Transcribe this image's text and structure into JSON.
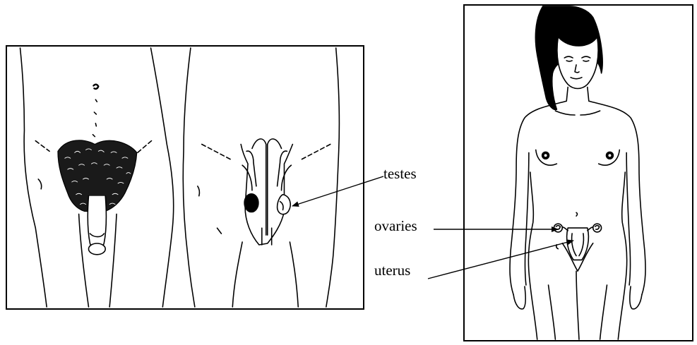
{
  "labels": {
    "testes": "testes",
    "ovaries": "ovaries",
    "uterus": "uterus"
  },
  "figures": {
    "male_panel_views": [
      "external genitalia",
      "internal reproductive organs"
    ],
    "female_panel_view": "full-body figure with internal reproductive organs"
  },
  "colors": {
    "ink": "#000000",
    "background": "#ffffff"
  }
}
